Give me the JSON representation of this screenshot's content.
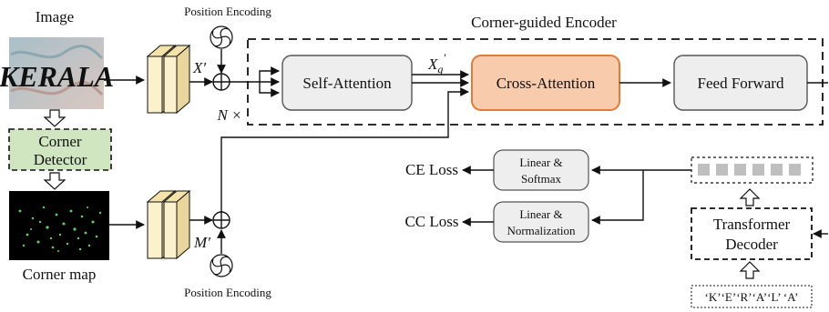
{
  "image_label": "Image",
  "image_text": "KERALA",
  "corner_detector": [
    "Corner",
    "Detector"
  ],
  "corner_map_label": "Corner map",
  "position_encoding_top": "Position Encoding",
  "position_encoding_bottom": "Position Encoding",
  "x_prime": "X′",
  "m_prime": "M′",
  "x_g": "X",
  "x_g_sub": "g",
  "x_g_sup": "′",
  "n_times": "N ×",
  "encoder_title": "Corner-guided Encoder",
  "self_attention": "Self-Attention",
  "cross_attention": "Cross-Attention",
  "feed_forward": "Feed Forward",
  "ce_loss": "CE Loss",
  "cc_loss": "CC Loss",
  "linear_softmax": [
    "Linear &",
    "Softmax"
  ],
  "linear_norm": [
    "Linear &",
    "Normalization"
  ],
  "transformer_decoder": [
    "Transformer",
    "Decoder"
  ],
  "tokens": "‘K’‘E’‘R’‘A’‘L’ ‘A’",
  "colors": {
    "cross_attention_fill": "#f8cbad",
    "cross_attention_stroke": "#e07b39",
    "detector_fill": "#cfe6c1",
    "block_gray": "#eeeeee",
    "feature_fill": "#fbf1cd",
    "token_gray": "#bfbfbf"
  }
}
